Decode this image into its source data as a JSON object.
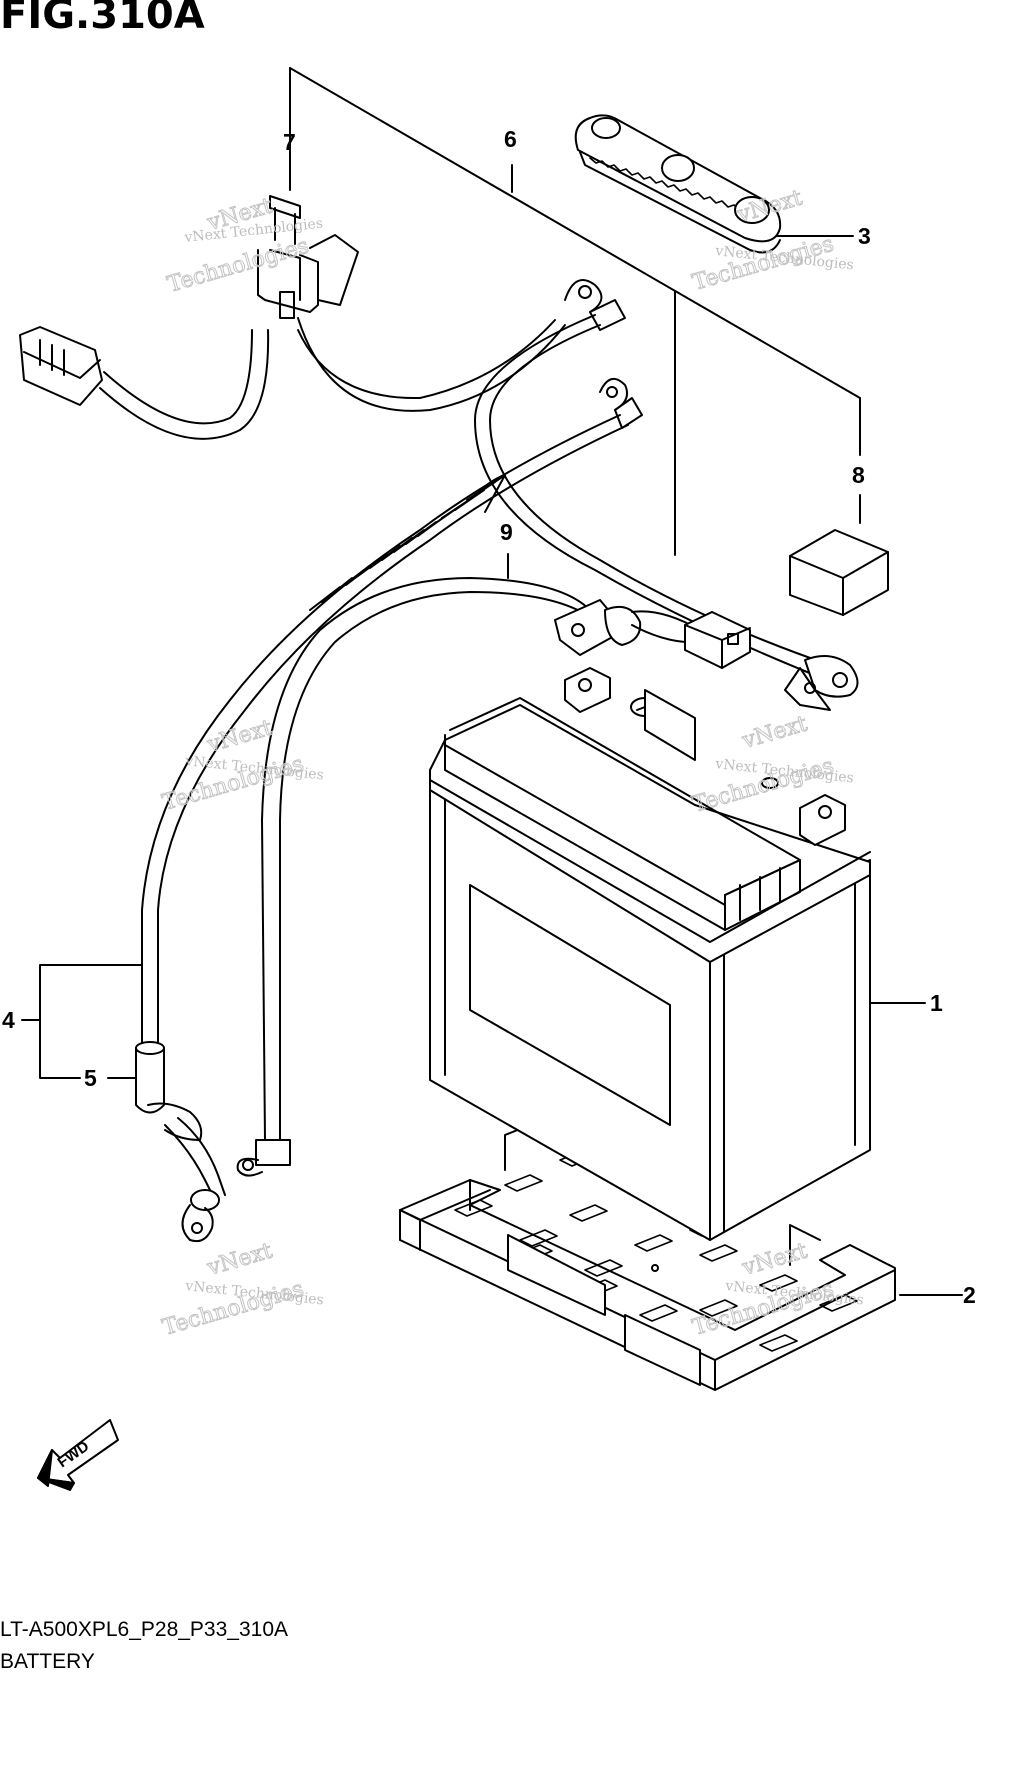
{
  "figure": {
    "title": "FIG.310A",
    "model_code": "LT-A500XPL6_P28_P33_310A",
    "name": "BATTERY"
  },
  "callouts": [
    "1",
    "2",
    "3",
    "4",
    "5",
    "6",
    "7",
    "8",
    "9"
  ],
  "fwd_label": "FWD",
  "watermark": {
    "small": "vNext Technologies",
    "large_1": "vNext",
    "large_2": "Technologies"
  },
  "colors": {
    "ink": "#000000",
    "watermark": "#c4c4c4",
    "background": "#ffffff"
  }
}
